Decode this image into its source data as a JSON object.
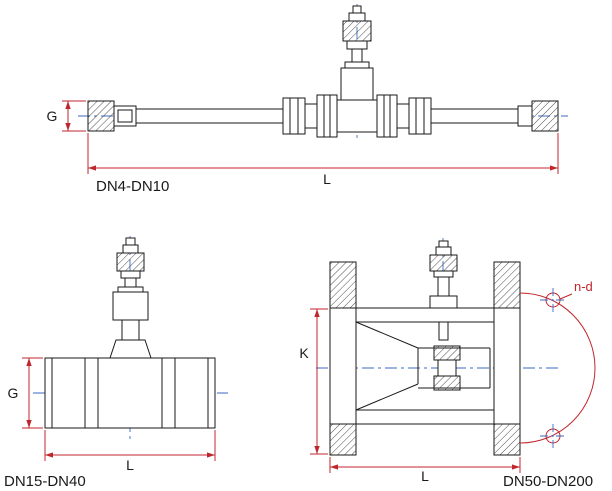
{
  "colors": {
    "line": "#1a1a1a",
    "dimension": "#c0262c",
    "centerline": "#3a6abf",
    "background": "#ffffff"
  },
  "views": {
    "top": {
      "label": "DN4-DN10",
      "dims": {
        "g": "G",
        "l": "L"
      }
    },
    "bottom_left": {
      "label": "DN15-DN40",
      "dims": {
        "g": "G",
        "l": "L"
      }
    },
    "bottom_right": {
      "label": "DN50-DN200",
      "dims": {
        "k": "K",
        "l": "L",
        "bolt": "n-d"
      }
    }
  }
}
